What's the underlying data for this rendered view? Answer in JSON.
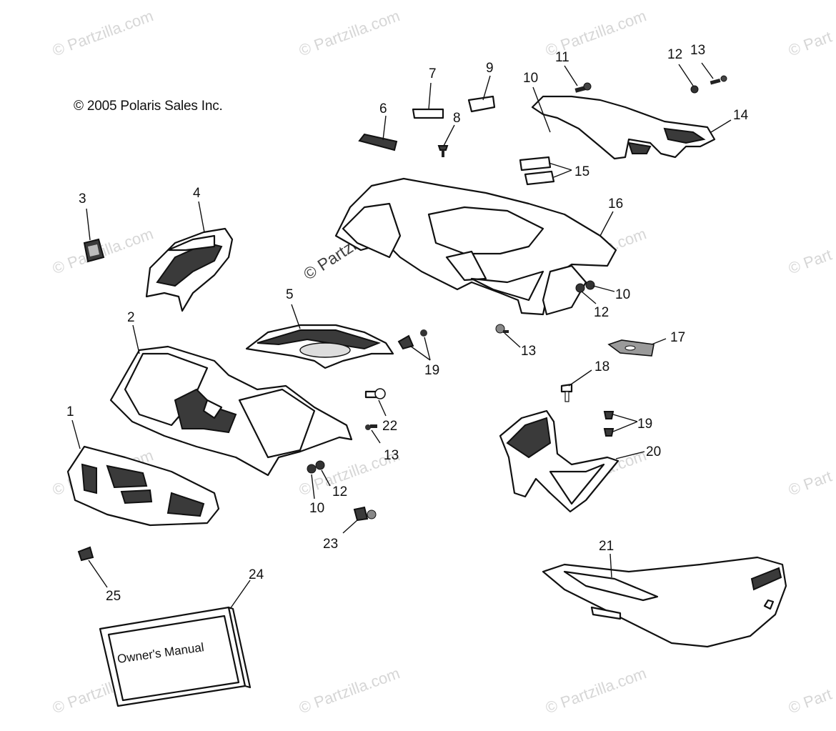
{
  "copyright": "© 2005 Polaris Sales Inc.",
  "watermark": "© Partzilla.com",
  "watermark_partial": "© Part",
  "manual_title": "Owner's Manual",
  "callouts": [
    "1",
    "2",
    "3",
    "4",
    "5",
    "6",
    "7",
    "8",
    "9",
    "10",
    "11",
    "12",
    "13",
    "14",
    "15",
    "16",
    "17",
    "18",
    "19",
    "20",
    "21",
    "22",
    "23",
    "24",
    "25",
    "10",
    "12",
    "13",
    "12",
    "10",
    "19",
    "13"
  ],
  "colors": {
    "ink": "#111111",
    "watermark": "#c9c9c9",
    "fill_dark": "#3a3a3a"
  }
}
